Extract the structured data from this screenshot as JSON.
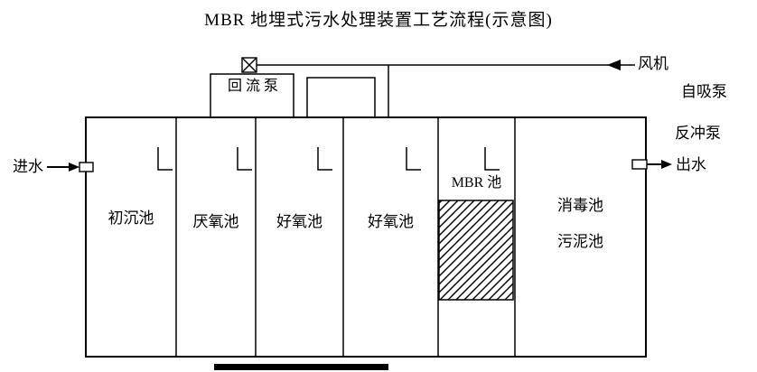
{
  "title": "MBR 地埋式污水处理装置工艺流程(示意图)",
  "tanks": [
    "初沉池",
    "厌氧池",
    "好氧池",
    "好氧池",
    "MBR 池",
    "消毒池",
    "污泥池"
  ],
  "equipment": {
    "reflux_pump": "回 流 泵",
    "fan": "风机",
    "self_priming_pump": "自吸泵",
    "backwash_pump": "反冲泵"
  },
  "streams": {
    "inlet": "进水",
    "outlet": "出水"
  },
  "colors": {
    "line": "#000000",
    "background": "#ffffff",
    "text": "#000000"
  }
}
